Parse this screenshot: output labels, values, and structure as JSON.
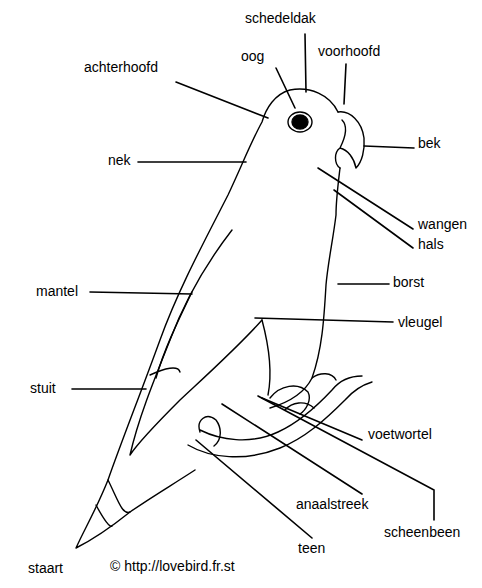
{
  "diagram": {
    "labels": [
      "schedeldak",
      "oog",
      "voorhoofd",
      "achterhoofd",
      "bek",
      "nek",
      "wangen",
      "hals",
      "borst",
      "mantel",
      "vleugel",
      "stuit",
      "voetwortel",
      "anaalstreek",
      "scheenbeen",
      "teen",
      "staart",
      "© http://lovebird.fr.st"
    ]
  }
}
